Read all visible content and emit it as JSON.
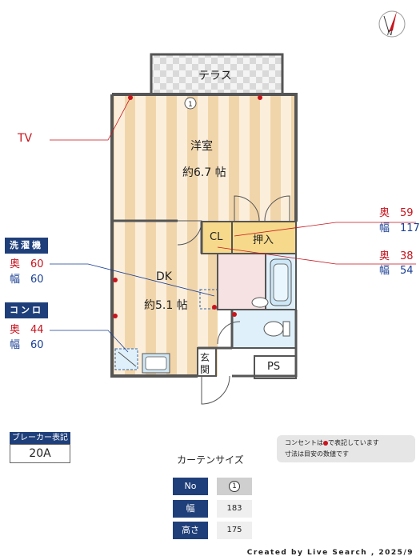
{
  "plan": {
    "terrace": "テラス",
    "western_room_name": "洋室",
    "western_room_size": "約6.7 帖",
    "dk_name": "DK",
    "dk_size": "約5.1 帖",
    "closet_cl": "CL",
    "closet_oshiire": "押入",
    "entrance_1": "玄",
    "entrance_2": "関",
    "ps": "PS",
    "window_number": "1"
  },
  "annotations": {
    "tv": "TV",
    "washer_label": "洗濯機",
    "washer_depth_key": "奥",
    "washer_depth": "60",
    "washer_width_key": "幅",
    "washer_width": "60",
    "stove_label": "コンロ",
    "stove_depth_key": "奥",
    "stove_depth": "44",
    "stove_width_key": "幅",
    "stove_width": "60",
    "oshiire_depth_key": "奥",
    "oshiire_depth": "59",
    "oshiire_width_key": "幅",
    "oshiire_width": "117",
    "cl_depth_key": "奥",
    "cl_depth": "38",
    "cl_width_key": "幅",
    "cl_width": "54"
  },
  "breaker": {
    "label": "ブレーカー表記",
    "value": "20A"
  },
  "note": {
    "line1_pre": "コンセントは",
    "line1_post": "で表記しています",
    "line2": "寸法は目安の数値です"
  },
  "curtain": {
    "title": "カーテンサイズ",
    "rows": [
      {
        "key": "No",
        "value": "1"
      },
      {
        "key": "幅",
        "value": "183"
      },
      {
        "key": "高さ",
        "value": "175"
      }
    ]
  },
  "credit": "Created by Live Search , 2025/9",
  "colors": {
    "wall": "#555555",
    "floor_a": "#f1d5aa",
    "floor_b": "#fbeedb",
    "closet": "#f6d98a",
    "bath": "#dff0fa",
    "accent_red": "#c8141e",
    "accent_blue": "#1a3f95",
    "tag_bg": "#1f3f7a"
  },
  "icons": [
    "compass-north-icon",
    "outlet-dot-icon",
    "door-swing-icon"
  ]
}
